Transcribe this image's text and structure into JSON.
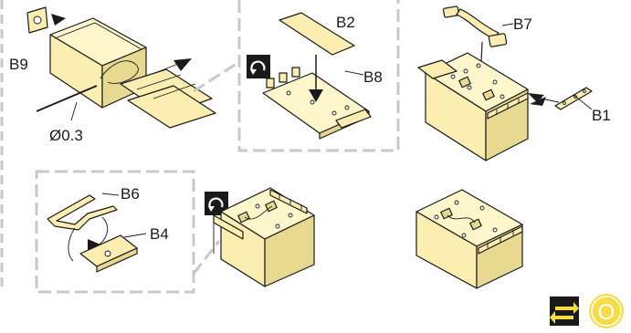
{
  "labels": {
    "b9": "B9",
    "wire": "Ø0.3",
    "b2": "B2",
    "b8": "B8",
    "b7": "B7",
    "b1": "B1",
    "b6": "B6",
    "b4": "B4"
  },
  "icons": {
    "rotate": "rotate-arrow-icon",
    "swap": "swap-arrows-icon",
    "badge": "circle-badge-icon"
  },
  "badge_text": "O",
  "colors": {
    "part_fill": "#fbeeb0",
    "outline": "#1a1a1a",
    "frame": "#c8c8c8",
    "badge": "#f6dc45"
  }
}
